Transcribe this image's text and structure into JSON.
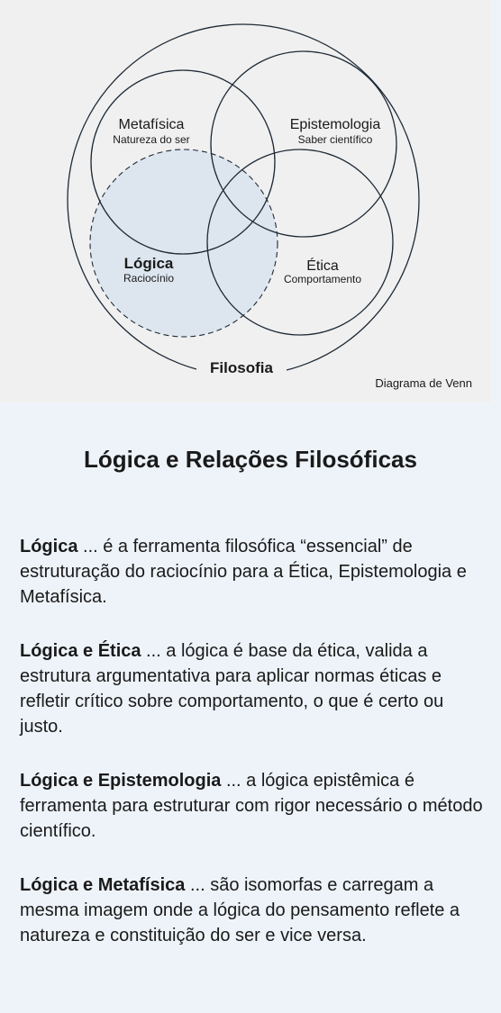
{
  "diagram": {
    "outer_label": "Filosofia",
    "caption": "Diagrama de Venn",
    "sets": [
      {
        "id": "metafisica",
        "title": "Metafísica",
        "subtitle": "Natureza do ser"
      },
      {
        "id": "epistemologia",
        "title": "Epistemologia",
        "subtitle": "Saber científico"
      },
      {
        "id": "etica",
        "title": "Ética",
        "subtitle": "Comportamento"
      },
      {
        "id": "logica",
        "title": "Lógica",
        "subtitle": "Raciocínio"
      }
    ],
    "colors": {
      "stroke": "#1e2a36",
      "logica_fill": "#dde6ef",
      "panel_bg": "#f0f0f0"
    }
  },
  "article": {
    "title": "Lógica e Relações Filosóficas",
    "paragraphs": [
      {
        "lead": "Lógica",
        "text": " ... é a ferramenta filosófica “essencial” de estruturação do raciocínio para a Ética, Epistemologia e Metafísica."
      },
      {
        "lead": "Lógica e Ética",
        "text": " ...  a lógica é base da ética, valida a estrutura argumentativa para aplicar normas éticas e refletir crítico sobre comportamento,  o que é certo ou justo."
      },
      {
        "lead": "Lógica e Epistemologia",
        "text": " ... a lógica epistêmica é ferramenta para estruturar com rigor necessário o método científico."
      },
      {
        "lead": "Lógica e Metafísica",
        "text": " ... são isomorfas e carregam a mesma imagem onde a lógica do pensamento reflete a natureza e constituição do ser e vice versa."
      }
    ]
  }
}
